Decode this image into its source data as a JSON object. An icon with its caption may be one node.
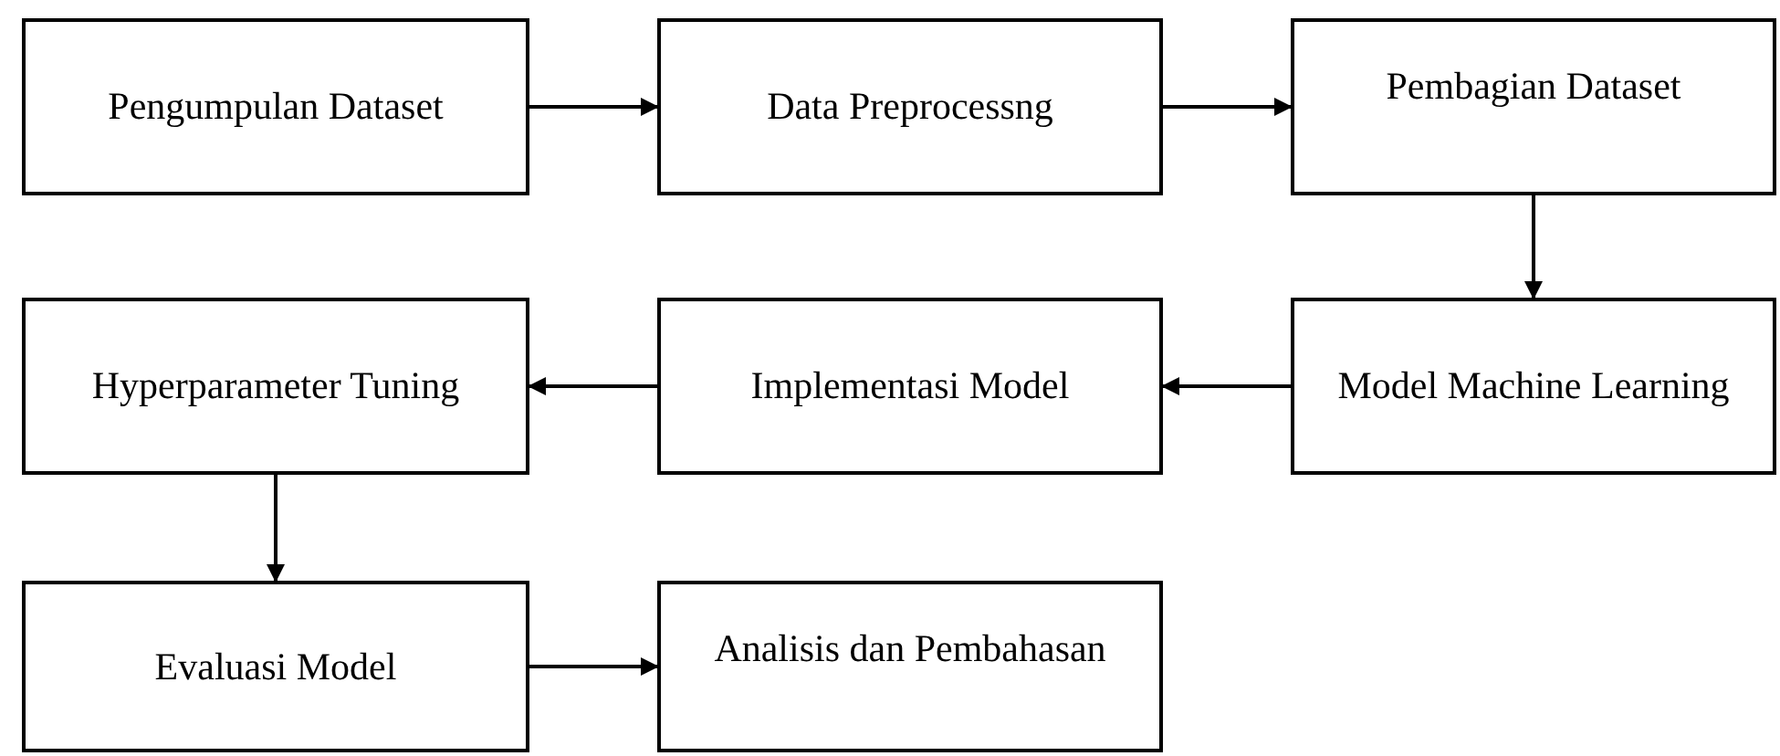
{
  "diagram": {
    "nodes": [
      {
        "text": [
          "Pengumpulan Dataset"
        ]
      },
      {
        "text": [
          "Data Preprocessng"
        ]
      },
      {
        "text": [
          "Pembagian Dataset"
        ]
      },
      {
        "text": [
          "Model Machine Learning"
        ]
      },
      {
        "text": [
          "Implementasi Model"
        ]
      },
      {
        "text": [
          "Hyperparameter Tuning"
        ]
      },
      {
        "text": [
          "Evaluasi Model"
        ]
      },
      {
        "text": [
          "Analisis dan Pembahasan"
        ]
      }
    ],
    "edges": [
      {
        "from": 0,
        "to": 1,
        "arrow": "to"
      },
      {
        "from": 1,
        "to": 2,
        "arrow": "to"
      },
      {
        "from": 2,
        "to": 3,
        "arrow": "to"
      },
      {
        "from": 3,
        "to": 4,
        "arrow": "to"
      },
      {
        "from": 4,
        "to": 5,
        "arrow": "to"
      },
      {
        "from": 5,
        "to": 6,
        "arrow": "to"
      },
      {
        "from": 6,
        "to": 7,
        "arrow": "to"
      }
    ]
  }
}
